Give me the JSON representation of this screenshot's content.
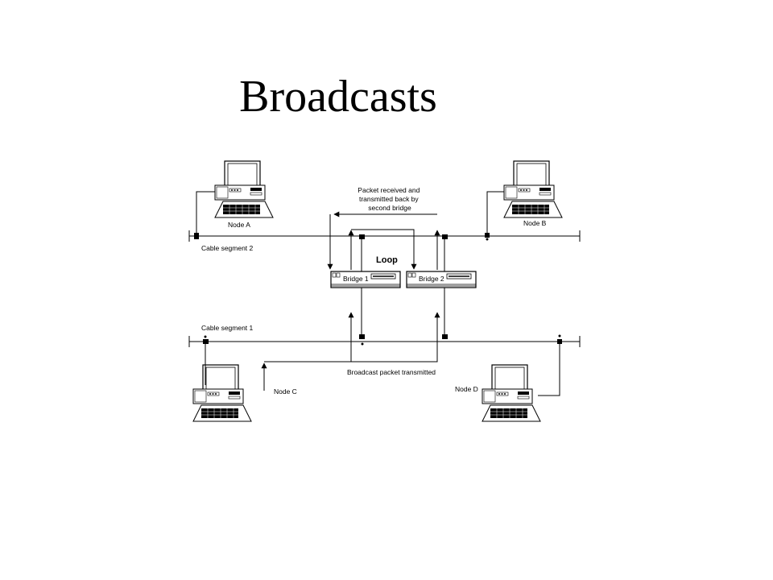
{
  "title": "Broadcasts",
  "labels": {
    "node_a": "Node A",
    "node_b": "Node B",
    "node_c": "Node C",
    "node_d": "Node D",
    "cable_segment_2": "Cable segment 2",
    "cable_segment_1": "Cable segment 1",
    "loop": "Loop",
    "bridge_1": "Bridge 1",
    "bridge_2": "Bridge 2",
    "packet_note": [
      "Packet received and",
      "transmitted back by",
      "second bridge"
    ],
    "broadcast_note": "Broadcast packet transmitted"
  }
}
